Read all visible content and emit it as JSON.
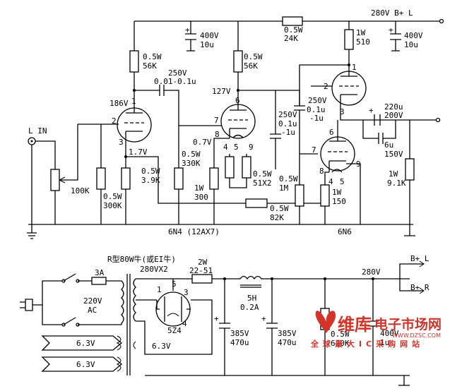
{
  "amp": {
    "b_plus_l": "280V B+ L",
    "r_top": "0.5W",
    "r_top_val": "24K",
    "r_510_w": "1W",
    "r_510": "510",
    "c_400_l1": "400V",
    "c_400_l2": "10u",
    "c_400_r1": "400V",
    "c_400_r2": "10u",
    "r56_a_w": "0.5W",
    "r56_a": "56K",
    "r56_b_w": "0.5W",
    "r56_b": "56K",
    "c_coupling_v": "250V",
    "c_coupling_val": "0.01-0.1u",
    "v_186": "186V",
    "v_127": "127V",
    "in_label": "L IN",
    "v1_pin1": "1",
    "v1_pin2": "2",
    "v1_pin3": "3",
    "v_17": "1.7V",
    "r_100k": "100K",
    "r_300k_w": "0.5W",
    "r_300k": "300K",
    "r_39_w": "0.5W",
    "r_39": "3.9K",
    "r_330_w": "0.5W",
    "r_330": "330K",
    "v_07": "0.7V",
    "r_300_w": "1W",
    "r_300": "300",
    "r_51_w": "0.5W",
    "r_51": "51X2",
    "v2_pin6": "6",
    "v2_pin7": "7",
    "v2_pin8": "8",
    "v2_pin4": "4",
    "v2_pin5": "5",
    "v2_pin9": "9",
    "c_mid1_v": "250V",
    "c_mid1": "0.1u",
    "c_mid1b": "-1u",
    "c_mid2_v": "250V",
    "c_mid2": "0.1u",
    "c_mid2b": "-1u",
    "r_1m_w": "0.5W",
    "r_1m": "1M",
    "r_82_w": "0.5W",
    "r_82": "82K",
    "tube1": "6N4 (12AX7)",
    "tube2": "6N6",
    "v3_pin1": "1",
    "v3_pin2": "2",
    "v3_pin3": "3",
    "v3_pin6": "6",
    "v3_pin7": "7",
    "v3_pin8": "8",
    "v3_pin9": "9",
    "v3_pin4": "4",
    "v3_pin5": "5",
    "c_out_l1": "220u",
    "c_out_l2": "200V",
    "c_out_small": "6u",
    "c_out_small_v": "150V",
    "r_91_w": "1W",
    "r_91": "9.1K",
    "r_150_w": "1W",
    "r_150": "150"
  },
  "psu": {
    "transformer": "R型80W牛(或EI牛)",
    "hv": "280VX2",
    "fuse": "3A",
    "mains_v": "220V",
    "mains_ac": "AC",
    "fil1": "6.3V",
    "fil2": "6.3V",
    "fil3": "6.3V",
    "rect": "5Z4",
    "rect_p1": "1",
    "rect_p5": "5",
    "rect_p3": "3",
    "rect_p4": "4",
    "r_in_w": "2W",
    "r_in_val": "22-51",
    "choke_h": "5H",
    "choke_a": "0.2A",
    "c1_v": "385V",
    "c1": "470u",
    "c2_v": "385V",
    "c2": "470u",
    "bleed_w": "0.5W",
    "bleed": "620K",
    "c3_v": "400V",
    "c3": "1u",
    "b_280": "280V",
    "out_l": "B+  L",
    "out_r": "B+  R"
  },
  "watermark": {
    "name": "维库",
    "subtitle": "电子市场网",
    "url": "WWW.DZSC.COM",
    "slogan": "全球最大IC采购网站"
  }
}
